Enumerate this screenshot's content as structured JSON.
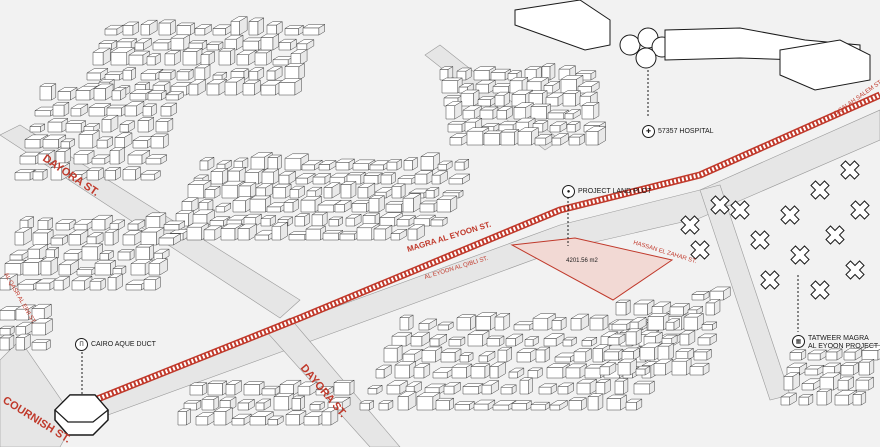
{
  "streets": {
    "dayora_upper": "DAYORA ST.",
    "dayora_lower": "DAYORA ST.",
    "magra": "MAGRA AL EYOON ST.",
    "qibli": "AL EYOON AL QIBLI ST.",
    "hassan": "HASSAN EL ZAHAR ST.",
    "salah": "TO SALAH SALEM ST.",
    "qasr": "AL QASR AL EINI ST.",
    "cournish": "COURNISH ST."
  },
  "landmarks": {
    "hospital": "57357 HOSPITAL",
    "project_plot": "PROJECT LAND PLOT",
    "duct": "CAIRO AQUE DUCT",
    "tatweer_line1": "TATWEER MAGRA",
    "tatweer_line2": "AL EYOON PROJECT"
  },
  "plot_area": "4201.56 m2",
  "icons": {
    "hospital": "hospital-icon",
    "plot": "location-pin-icon",
    "duct": "aqueduct-icon",
    "tatweer": "building-icon"
  },
  "colors": {
    "background": "#f2f2f2",
    "road": "#e6e6e6",
    "accent": "#c0392b",
    "plot_fill": "#f2d9d4",
    "building_fill": "#ffffff",
    "building_stroke": "#444444"
  }
}
